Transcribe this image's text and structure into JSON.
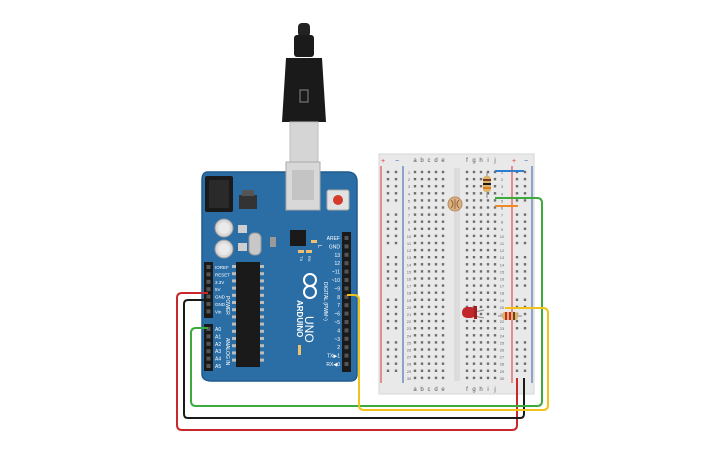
{
  "arduino": {
    "brand": "ARDUINO",
    "model": "UNO",
    "digital_header_label": "DIGITAL (PWM~)",
    "power_header_label": "POWER",
    "analog_header_label": "ANALOG IN",
    "led_l": "L",
    "led_tx": "TX",
    "led_rx": "RX",
    "on_label": "ON",
    "digital_pins": [
      "AREF",
      "GND",
      "13",
      "12",
      "~11",
      "~10",
      "~9",
      "8",
      "7",
      "~6",
      "~5",
      "4",
      "~3",
      "2",
      "TX▶1",
      "RX◀0"
    ],
    "power_pins": [
      "IOREF",
      "RESET",
      "3.3V",
      "5V",
      "GND",
      "GND",
      "Vin"
    ],
    "analog_pins": [
      "A0",
      "A1",
      "A2",
      "A3",
      "A4",
      "A5"
    ]
  },
  "breadboard": {
    "column_letters_left": [
      "a",
      "b",
      "c",
      "d",
      "e"
    ],
    "column_letters_right": [
      "f",
      "g",
      "h",
      "i",
      "j"
    ],
    "rail_plus": "+",
    "rail_minus": "−",
    "row_numbers": [
      "1",
      "2",
      "3",
      "4",
      "5",
      "6",
      "7",
      "8",
      "9",
      "10",
      "11",
      "12",
      "13",
      "14",
      "15",
      "16",
      "17",
      "18",
      "19",
      "20",
      "21",
      "22",
      "23",
      "24",
      "25",
      "26",
      "27",
      "28",
      "29",
      "30"
    ]
  },
  "colors": {
    "board_blue": "#2b6ea6",
    "board_dark": "#1f5a8c",
    "breadboard": "#e9e9e9",
    "wire_red": "#c8282c",
    "wire_black": "#1a1a1a",
    "wire_green": "#3caa3c",
    "wire_yellow": "#f2c21b",
    "wire_blue": "#2f7fd0",
    "wire_orange": "#f08a24",
    "led_red": "#c0282c",
    "resistor_body": "#d9b46a",
    "ldr_body": "#d8b083"
  },
  "components": [
    {
      "id": "usb-cable",
      "kind": "usb-b-cable"
    },
    {
      "id": "photoresistor",
      "kind": "photoresistor"
    },
    {
      "id": "resistor-1",
      "kind": "resistor",
      "orientation": "vertical"
    },
    {
      "id": "resistor-2",
      "kind": "resistor",
      "orientation": "horizontal"
    },
    {
      "id": "led",
      "kind": "led",
      "color": "red"
    }
  ]
}
